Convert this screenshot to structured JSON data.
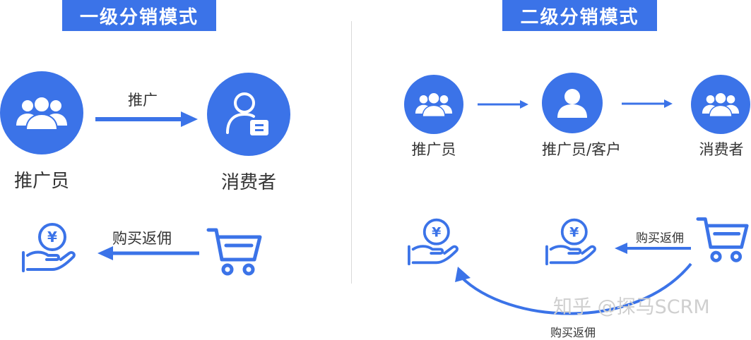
{
  "colors": {
    "accent": "#3b73e8",
    "text": "#333333",
    "divider": "#d9d9d9"
  },
  "left_panel": {
    "title": "一级分销模式",
    "promoter_label": "推广员",
    "consumer_label": "消费者",
    "promote_arrow_label": "推广",
    "rebate_arrow_label": "购买返佣",
    "icons": [
      "people-group-icon",
      "user-card-icon",
      "hand-coin-icon",
      "shopping-cart-icon"
    ]
  },
  "right_panel": {
    "title": "二级分销模式",
    "promoter_label": "推广员",
    "promoter_customer_label": "推广员/客户",
    "consumer_label": "消费者",
    "rebate_arrow_label_top": "购买返佣",
    "rebate_arrow_label_bottom": "购买返佣",
    "icons": [
      "people-group-icon",
      "user-icon",
      "people-group-icon",
      "hand-coin-icon",
      "hand-coin-icon",
      "shopping-cart-icon"
    ]
  },
  "watermark": "知乎 @探马SCRM"
}
